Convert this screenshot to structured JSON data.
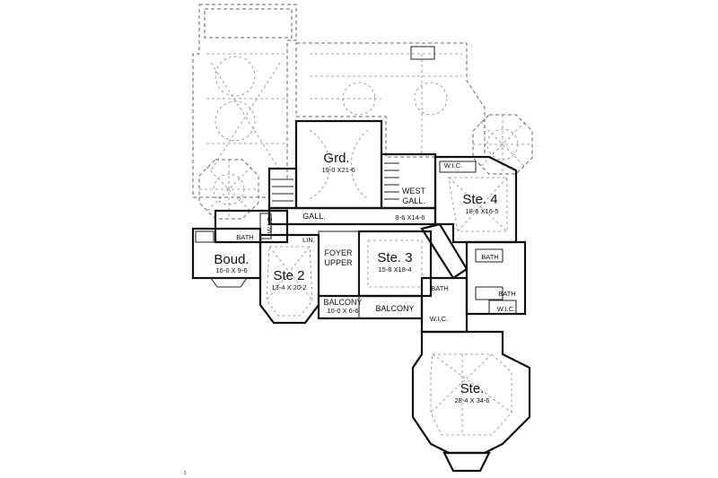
{
  "rooms": [
    {
      "key": "grd",
      "name": "Grd.",
      "dims": "19-0 X21-6"
    },
    {
      "key": "ste4",
      "name": "Ste. 4",
      "dims": "18-6 X16-5"
    },
    {
      "key": "ste3",
      "name": "Ste. 3",
      "dims": "15-8 X18-4"
    },
    {
      "key": "ste2",
      "name": "Ste 2",
      "dims": "13-4 X 20-2"
    },
    {
      "key": "boud",
      "name": "Boud.",
      "dims": "16-0 X 9-6"
    },
    {
      "key": "ste",
      "name": "Ste.",
      "dims": "28-4 X 34-6"
    }
  ],
  "labels": {
    "west_gall": "WEST",
    "west_gall2": "GALL.",
    "west_gall_dims": "8-6 X14-6",
    "gall": "GALL.",
    "foyer": "FOYER",
    "foyer2": "UPPER",
    "balcony_left": "BALCONY",
    "balcony_left_dims": "10-0 X 6-6",
    "balcony_right": "BALCONY",
    "lin": "LIN.",
    "bath_left": "BATH",
    "wic_left": "W.I.C.",
    "wic_top": "W.I.C.",
    "bath_r1": "BATH",
    "bath_r2": "BATH",
    "bath_mid": "BATH",
    "wic_mid": "W.I.C.",
    "wic_right": "W.I.C.",
    "corner_mark": "3"
  }
}
